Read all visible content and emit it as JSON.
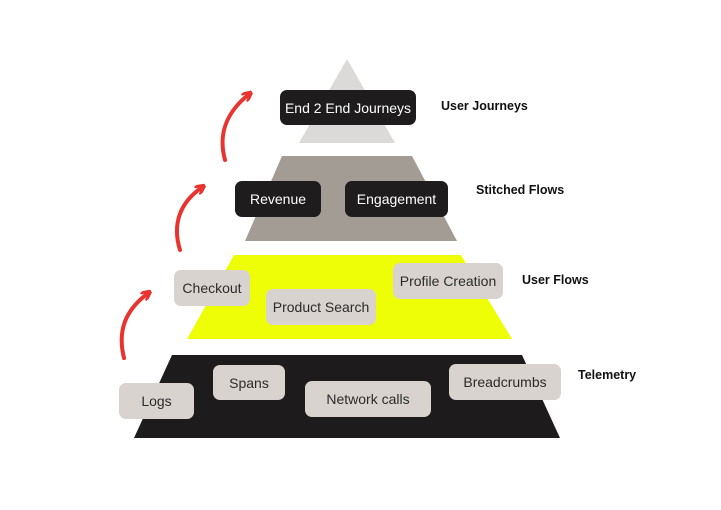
{
  "colors": {
    "top_tier": "#dcdad8",
    "stitched_tier": "#a39c95",
    "user_flows_tier": "#eefe06",
    "telemetry_tier": "#1d1b1b",
    "arrow": "#e8332f"
  },
  "tiers": {
    "user_journeys": {
      "label": "User Journeys",
      "chips": [
        "End 2 End Journeys"
      ]
    },
    "stitched_flows": {
      "label": "Stitched Flows",
      "chips": [
        "Revenue",
        "Engagement"
      ]
    },
    "user_flows": {
      "label": "User Flows",
      "chips": [
        "Checkout",
        "Profile Creation",
        "Product Search"
      ]
    },
    "telemetry": {
      "label": "Telemetry",
      "chips": [
        "Spans",
        "Breadcrumbs",
        "Logs",
        "Network calls"
      ]
    }
  }
}
